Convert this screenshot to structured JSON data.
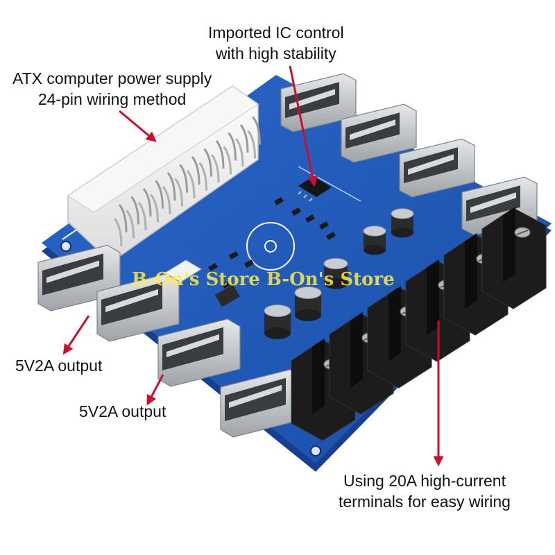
{
  "annotations": {
    "ic_control": [
      "Imported IC control",
      "with high stability"
    ],
    "atx_connector": [
      "ATX computer power supply",
      "24-pin wiring method"
    ],
    "usb_output_left": [
      "5V2A output"
    ],
    "usb_output_bottom": [
      "5V2A output"
    ],
    "terminals": [
      "Using 20A high-current",
      "terminals for easy wiring"
    ]
  },
  "watermark": "B-On's Store B-On's Store",
  "colors": {
    "pcb": "#1f57b8",
    "pcb_edge": "#163f8f",
    "arrow": "#c8102e",
    "connector": "#f2f2f2",
    "terminal": "#1c1c1c",
    "usb_metal": "#c9ccd0"
  }
}
